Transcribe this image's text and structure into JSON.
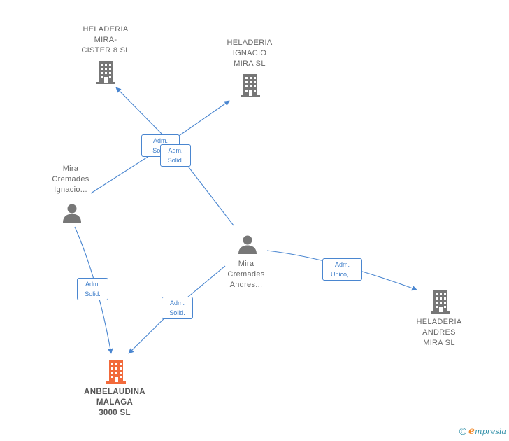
{
  "colors": {
    "edge": "#4a86d0",
    "company": "#777777",
    "company_highlight": "#f26a3b",
    "person": "#777777"
  },
  "nodes": {
    "cister": {
      "label": "HELADERIA\nMIRA-\nCISTER 8  SL",
      "icon": "building-icon"
    },
    "ignacio_sl": {
      "label": "HELADERIA\nIGNACIO\nMIRA SL",
      "icon": "building-icon"
    },
    "person_ignacio": {
      "label": "Mira\nCremades\nIgnacio...",
      "icon": "person-icon"
    },
    "person_andres": {
      "label": "Mira\nCremades\nAndres...",
      "icon": "person-icon"
    },
    "andres_sl": {
      "label": "HELADERIA\nANDRES\nMIRA SL",
      "icon": "building-icon"
    },
    "anbelaudina": {
      "label": "ANBELAUDINA\nMALAGA\n3000  SL",
      "icon": "building-icon"
    }
  },
  "edges": {
    "e1": {
      "label": "Adm.\nSolid."
    },
    "e2": {
      "label": "Adm.\nSolid."
    },
    "e3": {
      "label": "Adm.\nSolid."
    },
    "e4": {
      "label": "Adm.\nSolid."
    },
    "e5": {
      "label": "Adm.\nUnico,..."
    }
  },
  "footer": {
    "copyright": "©",
    "brand_initial": "e",
    "brand_rest": "mpresia"
  }
}
